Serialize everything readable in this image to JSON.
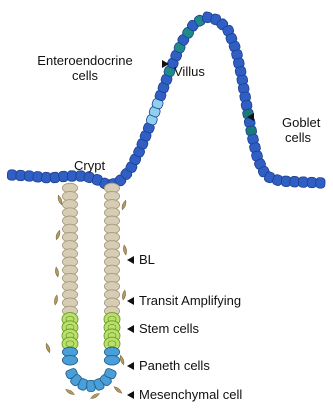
{
  "labels": {
    "enteroendocrine_line1": "Enteroendocrine",
    "enteroendocrine_line2": "cells",
    "villus": "Villus",
    "goblet_line1": "Goblet",
    "goblet_line2": "cells",
    "crypt": "Crypt",
    "bl": "BL",
    "transit_amplifying": "Transit Amplifying",
    "stem_cells": "Stem cells",
    "paneth_cells": "Paneth cells",
    "mesenchymal_cell": "Mesenchymal cell"
  },
  "colors": {
    "villus_cell": "#2f5fc4",
    "villus_cell_edge": "#1d3f8e",
    "enteroendocrine_cell": "#1e8a8a",
    "enteroendocrine_light": "#8fd0f0",
    "goblet_cell": "#1a7a7a",
    "transit_cell": "#d6cdb4",
    "transit_cell_edge": "#a89c7e",
    "stem_cell": "#b9e06a",
    "stem_cell_edge": "#6d9a2a",
    "paneth_cell": "#4a9fd8",
    "paneth_cell_edge": "#24618f",
    "mesenchymal_cell": "#b39a62",
    "pointer": "#111111"
  },
  "icons": {
    "pointer": "black-triangle-pointer-icon",
    "mesenchymal": "spindle-cell-icon"
  }
}
